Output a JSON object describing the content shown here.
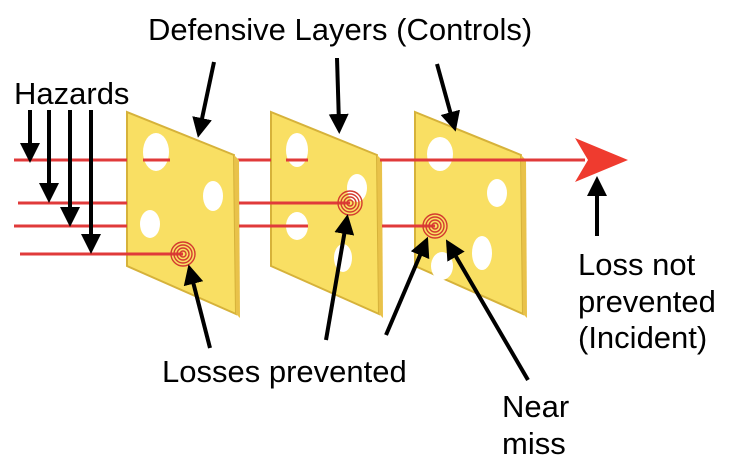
{
  "labels": {
    "defensive_layers": "Defensive Layers (Controls)",
    "hazards": "Hazards",
    "losses_prevented": "Losses prevented",
    "near_miss": [
      "Near",
      "miss"
    ],
    "loss_not_prevented": [
      "Loss not",
      "prevented",
      "(Incident)"
    ]
  },
  "colors": {
    "slice_fill": "#f9df63",
    "slice_edge": "#d6b23a",
    "hole": "#ffffff",
    "hazard_line": "#e03a3a",
    "arrow_head": "#ef3b2f",
    "text": "#000000"
  },
  "icons": {
    "hazard_pointer": "down-arrow",
    "stopped_loss": "concentric-circles",
    "incident_arrow": "red-arrowhead"
  }
}
